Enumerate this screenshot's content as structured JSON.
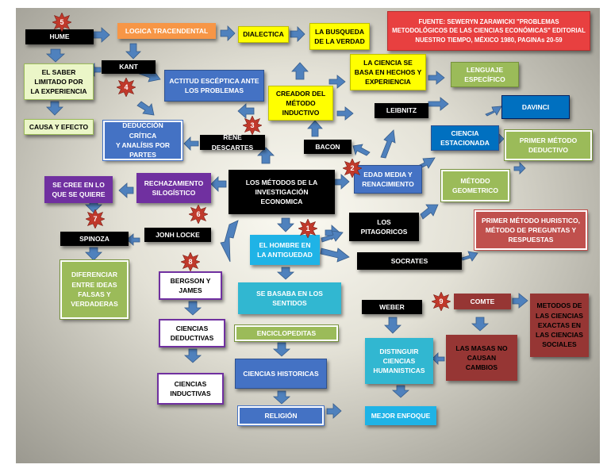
{
  "source_note": "FUENTE: SEWERYN ZARAWICKI \"PROBLEMAS\nMETODOLÓGICOS DE LAS CIENCIAS ECONÓMICAS\" EDITORIAL\nNUESTRO TIEMPO, MÉXICO 1980, PAGINAs 20-59",
  "center": "LOS MÉTODOS DE LA\nINVESTIGACIÓN\nECONOMICA",
  "colors": {
    "arrow": "#4f81bd",
    "star": "#c0392b"
  },
  "nodes": {
    "hume": "HUME",
    "logica": "LOGICA TRACENDENTAL",
    "dialectica": "DIALECTICA",
    "busqueda": "LA BUSQUEDA\nDE LA VERDAD",
    "saber": "EL SABER\nLIMITADO POR\nLA EXPERIENCIA",
    "kant": "KANT",
    "actitud": "ACTITUD ESCÉPTICA ANTE\nLOS PROBLEMAS",
    "creador": "CREADOR DEL\nMÉTODO\nINDUCTIVO",
    "hechos": "LA CIENCIA SE\nBASA EN HECHOS Y\nEXPERIENCIA",
    "lenguaje": "LENGUAJE\nESPECÍFICO",
    "causa": "CAUSA Y EFECTO",
    "deduccion": "DEDUCCIÓN CRÍTICA\nY ANALÍSIS POR\nPARTES",
    "leibnitz": "LEIBNITZ",
    "davinci": "DAVINCI",
    "descartes": "RENE DESCARTES",
    "bacon": "BACON",
    "estacionada": "CIENCIA\nESTACIONADA",
    "primer_deductivo": "PRIMER MÉTODO\nDEDUCTIVO",
    "edad_media": "EDAD MEDIA Y\nRENACIMIENTO",
    "se_cree": "SE CREE EN LO\nQUE SE QUIERE",
    "rechazamiento": "RECHAZAMIENTO\nSILOGÍSTICO",
    "geometrico": "MÉTODO\nGEOMETRICO",
    "heuristico": "PRIMER MÉTODO HURISTICO,\nMÉTODO DE PREGUNTAS  Y\nRESPUESTAS",
    "pitagoricos": "LOS\nPITAGORICOS",
    "spinoza": "SPINOZA",
    "locke": "JONH LOCKE",
    "antiguedad": "EL HOMBRE EN\nLA ANTIGUEDAD",
    "socrates": "SOCRATES",
    "diferenciar": "DIFERENCIAR\nENTRE IDEAS\nFALSAS Y\nVERDADERAS",
    "bergson": "BERGSON Y\nJAMES",
    "sentidos": "SE BASABA EN LOS\nSENTIDOS",
    "weber": "WEBER",
    "comte": "COMTE",
    "exactas": "METODOS DE\nLAS CIENCIAS\nEXACTAS EN\nLAS CIENCIAS\nSOCIALES",
    "deductivas": "CIENCIAS\nDEDUCTIVAS",
    "enciclopeditas": "ENCICLOPEDITAS",
    "distinguir": "DISTINGUIR\nCIENCIAS\nHUMANISTICAS",
    "masas": "LAS MASAS NO\nCAUSAN\nCAMBIOS",
    "historicas": "CIENCIAS HISTORICAS",
    "inductivas": "CIENCIAS\nINDUCTIVAS",
    "religion": "RELIGIÓN",
    "mejor": "MEJOR ENFOQUE"
  },
  "stars": [
    "5",
    "4",
    "3",
    "2",
    "1",
    "6",
    "7",
    "8",
    "9"
  ]
}
